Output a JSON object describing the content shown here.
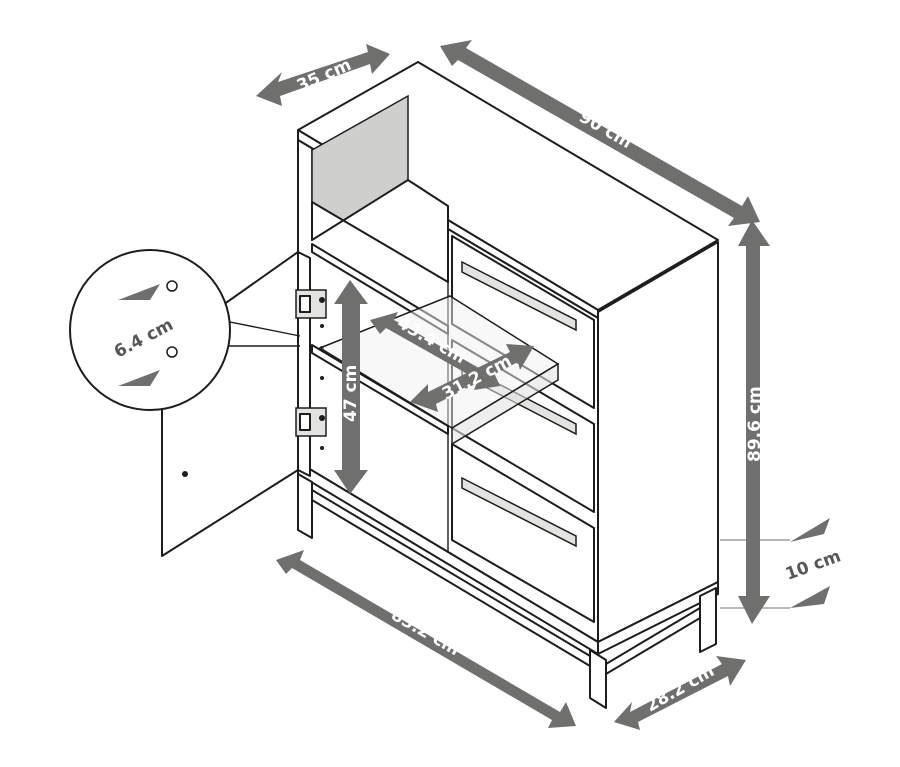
{
  "colors": {
    "arrow": "#6f6f6e",
    "outline": "#1d1d1b",
    "shelf_inner": "#e3e3e2",
    "label": "#ffffff"
  },
  "dimensions": {
    "depth_top": "35 cm",
    "width_top": "90 cm",
    "height_total": "89.6 cm",
    "leg_height": "10 cm",
    "width_bottom": "83.2 cm",
    "leg_depth": "28.2 cm",
    "inner_height": "47 cm",
    "shelf_width": "43.4 cm",
    "shelf_depth": "31.2 cm",
    "hinge_spacing": "6.4 cm"
  }
}
